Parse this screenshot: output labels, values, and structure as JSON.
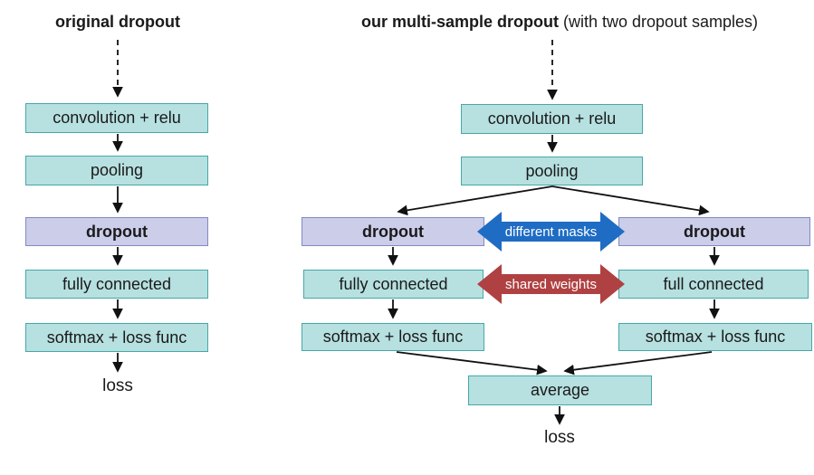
{
  "left_diagram": {
    "title": "original dropout",
    "boxes": {
      "conv": "convolution + relu",
      "pooling": "pooling",
      "dropout": "dropout",
      "fully_connected": "fully connected",
      "softmax": "softmax + loss func"
    },
    "loss_label": "loss"
  },
  "right_diagram": {
    "title_bold": "our multi-sample dropout",
    "title_suffix": " (with two dropout samples)",
    "boxes": {
      "conv": "convolution + relu",
      "pooling": "pooling",
      "dropout_left": "dropout",
      "dropout_right": "dropout",
      "fully_connected_left": "fully connected",
      "fully_connected_right": "full connected",
      "softmax_left": "softmax + loss func",
      "softmax_right": "softmax + loss func",
      "average": "average"
    },
    "connectors": {
      "different_masks": "different masks",
      "shared_weights": "shared weights"
    },
    "loss_label": "loss"
  },
  "colors": {
    "teal_fill": "#b7e0e0",
    "teal_border": "#46a8a8",
    "purple_fill": "#cbcde9",
    "purple_border": "#8289c4",
    "blue_arrow": "#1f6cc4",
    "red_arrow": "#b04142",
    "line": "#111111"
  }
}
